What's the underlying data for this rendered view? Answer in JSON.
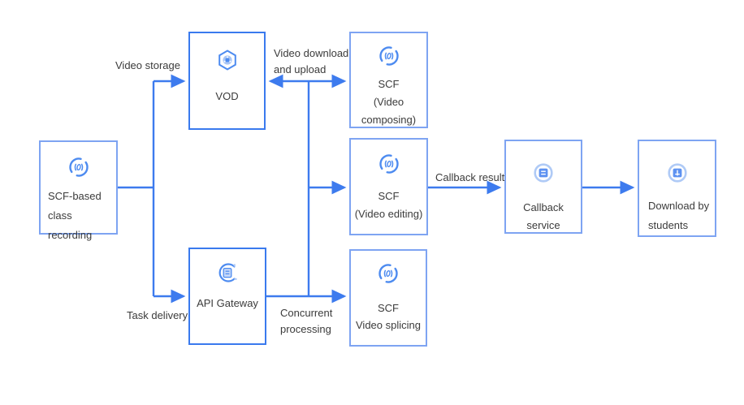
{
  "diagram": {
    "nodes": {
      "recording": {
        "icon": "scf-icon",
        "lines": [
          "SCF-based class",
          "recording"
        ]
      },
      "vod": {
        "icon": "vod-icon",
        "lines": [
          "VOD"
        ]
      },
      "composing": {
        "icon": "scf-icon",
        "lines": [
          "SCF",
          "(Video",
          "composing)"
        ]
      },
      "editing": {
        "icon": "scf-icon",
        "lines": [
          "SCF",
          "(Video editing)"
        ]
      },
      "api_gateway": {
        "icon": "api-gateway-icon",
        "lines": [
          "API Gateway"
        ]
      },
      "splicing": {
        "icon": "scf-icon",
        "lines": [
          "SCF",
          "Video splicing"
        ]
      },
      "callback": {
        "icon": "callback-service-icon",
        "lines": [
          "Callback service"
        ]
      },
      "download": {
        "icon": "download-icon",
        "lines": [
          "Download by",
          "students"
        ]
      }
    },
    "edge_labels": {
      "video_storage": "Video storage",
      "video_download": [
        "Video download",
        "and upload"
      ],
      "task_delivery": "Task delivery",
      "concurrent": [
        "Concurrent",
        "processing"
      ],
      "callback_result": "Callback result"
    },
    "colors": {
      "arrow": "#3D7BEE",
      "border_strong": "#3A7AEE",
      "border_light": "#7EA4F2",
      "icon_primary": "#4D8BF0",
      "icon_light": "#A9C6F6",
      "text": "#3B3B3B"
    }
  }
}
